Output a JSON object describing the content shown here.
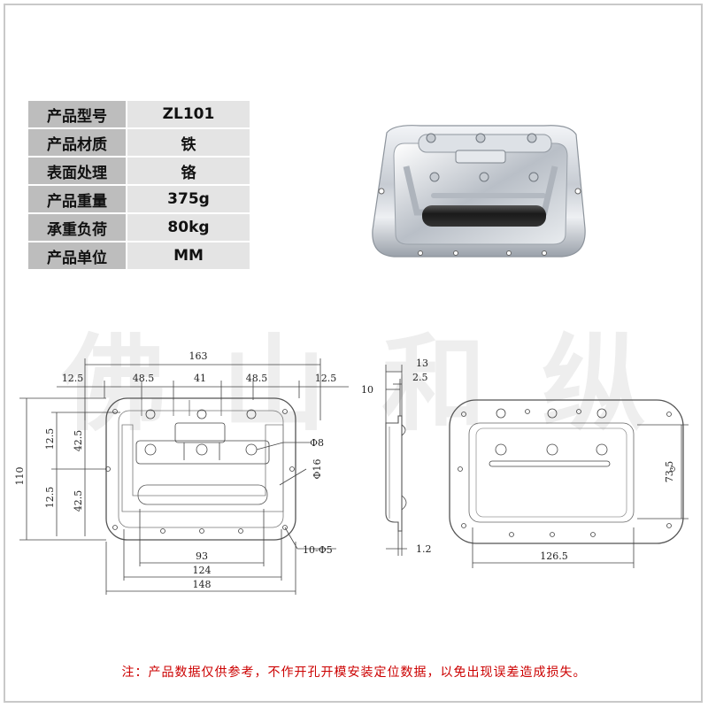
{
  "specs": [
    {
      "key": "产品型号",
      "value": "ZL101"
    },
    {
      "key": "产品材质",
      "value": "铁"
    },
    {
      "key": "表面处理",
      "value": "铬"
    },
    {
      "key": "产品重量",
      "value": "375g"
    },
    {
      "key": "承重负荷",
      "value": "80kg"
    },
    {
      "key": "产品单位",
      "value": "MM"
    }
  ],
  "watermark": [
    "佛",
    "山",
    "和",
    "纵"
  ],
  "dimensions": {
    "overall_width_top": "163",
    "left_edge": "12.5",
    "spacing_1": "48.5",
    "spacing_center": "41",
    "spacing_2": "48.5",
    "right_edge": "12.5",
    "height": "110",
    "v_top_1": "12.5",
    "v_top_2": "42.5",
    "v_bottom_1": "12.5",
    "v_bottom_2": "42.5",
    "hole_small": "Φ8",
    "hole_large": "Φ16",
    "holes_count": "10-Φ5",
    "inner_93": "93",
    "inner_124": "124",
    "base_148": "148",
    "side_depth_13": "13",
    "side_2_5": "2.5",
    "side_10": "10",
    "side_thickness": "1.2",
    "back_width": "126.5",
    "back_height": "73.5"
  },
  "note": "注：产品数据仅供参考，不作开孔开模安装定位数据，以免出现误差造成损失。",
  "colors": {
    "note": "#cc0000",
    "key_bg": "#bdbdbd",
    "value_bg": "#e4e4e4"
  }
}
